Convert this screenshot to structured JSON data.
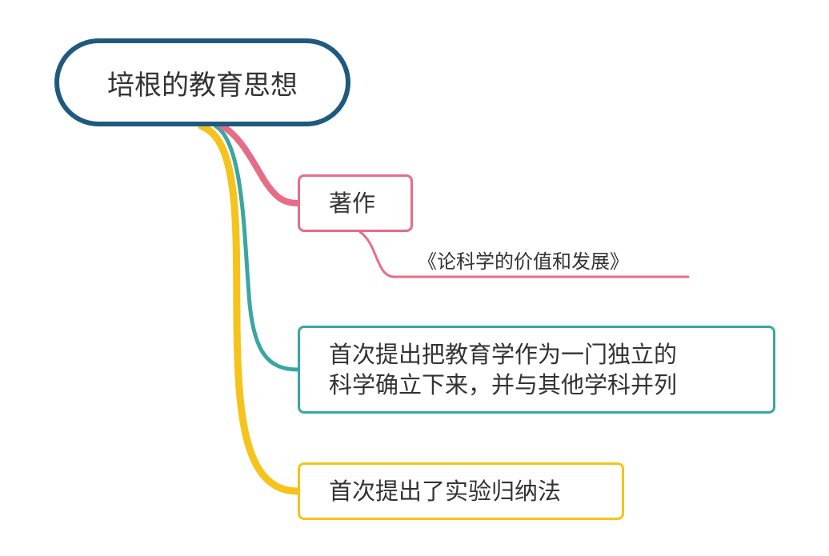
{
  "root": {
    "label": "培根的教育思想",
    "border_color": "#1f5a7e"
  },
  "branches": [
    {
      "label": "著作",
      "color": "#e56d88",
      "sub_label": "《论科学的价值和发展》"
    },
    {
      "lines": [
        "首次提出把教育学作为一门独立的",
        "科学确立下来，并与其他学科并列"
      ],
      "color": "#3aa6a1"
    },
    {
      "label": "首次提出了实验归纳法",
      "color": "#f5c31c"
    }
  ]
}
